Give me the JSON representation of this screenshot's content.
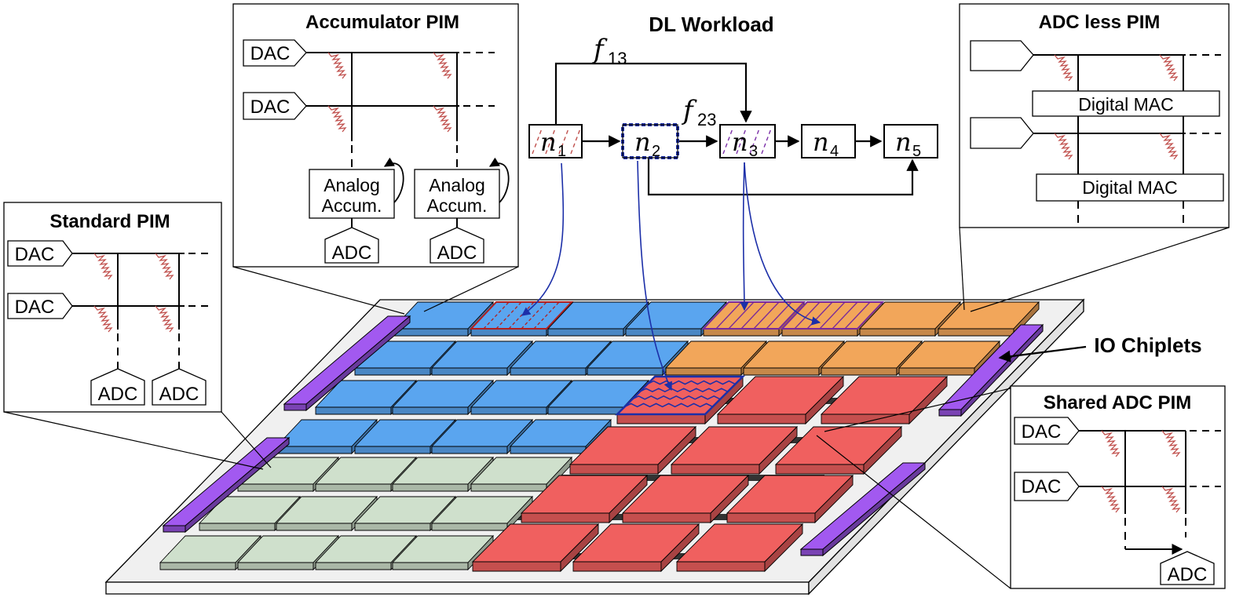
{
  "colors": {
    "standard": "#cfe0cc",
    "accumulator": "#5aa5ef",
    "adc_less": "#f2a65a",
    "shared_adc": "#f0605f",
    "io": "#a259f0",
    "mapping_arrow": "#1c2fa8",
    "resistor": "#c0504d",
    "board": "#f0f0f0"
  },
  "title": "DL Workload",
  "nodes": [
    {
      "base": "n",
      "sub": "1"
    },
    {
      "base": "n",
      "sub": "2"
    },
    {
      "base": "n",
      "sub": "3"
    },
    {
      "base": "n",
      "sub": "4"
    },
    {
      "base": "n",
      "sub": "5"
    }
  ],
  "edge_labels": [
    {
      "base": "f",
      "sub": "13"
    },
    {
      "base": "f",
      "sub": "23"
    }
  ],
  "panels": {
    "standard": {
      "title": "Standard PIM",
      "dac": "DAC",
      "adc": "ADC"
    },
    "accumulator": {
      "title": "Accumulator PIM",
      "dac": "DAC",
      "adc": "ADC",
      "accum_line1": "Analog",
      "accum_line2": "Accum."
    },
    "adc_less": {
      "title": "ADC less PIM",
      "mac": "Digital MAC"
    },
    "shared_adc": {
      "title": "Shared ADC PIM",
      "dac": "DAC",
      "adc": "ADC"
    }
  },
  "io_label": "IO Chiplets"
}
